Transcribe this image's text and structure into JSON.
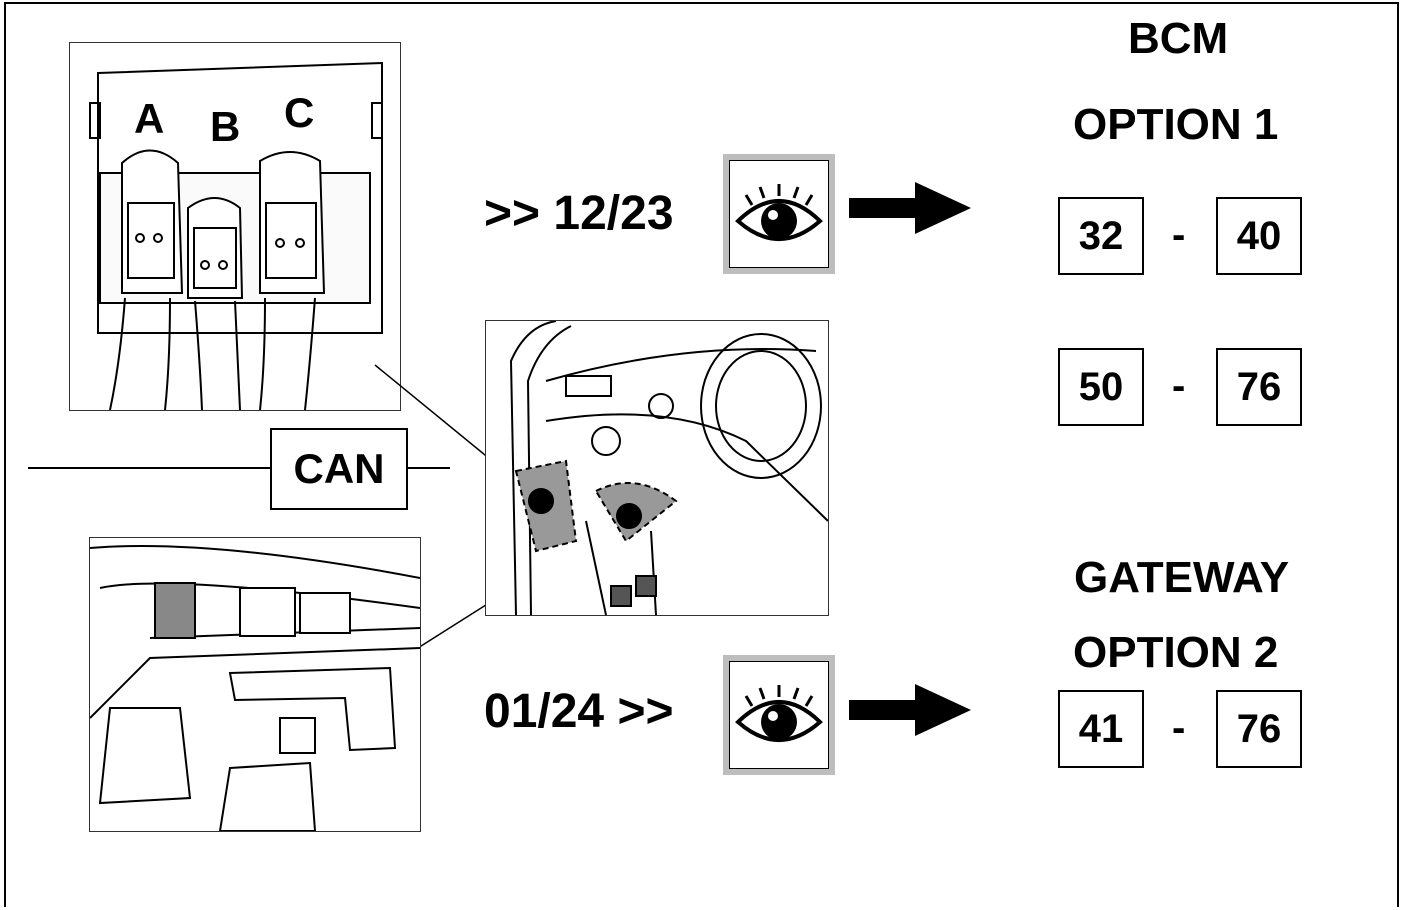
{
  "connectors": [
    "A",
    "B",
    "C"
  ],
  "can_label": "CAN",
  "rows": [
    {
      "date_text": ">> 12/23",
      "module": "BCM",
      "option": "OPTION 1",
      "ranges": [
        {
          "from": "32",
          "to": "40"
        },
        {
          "from": "50",
          "to": "76"
        }
      ]
    },
    {
      "date_text": "01/24 >>",
      "module": "GATEWAY",
      "option": "OPTION 2",
      "ranges": [
        {
          "from": "41",
          "to": "76"
        }
      ]
    }
  ],
  "separator": "-",
  "icons": [
    "eye-icon",
    "arrow-right-icon"
  ]
}
